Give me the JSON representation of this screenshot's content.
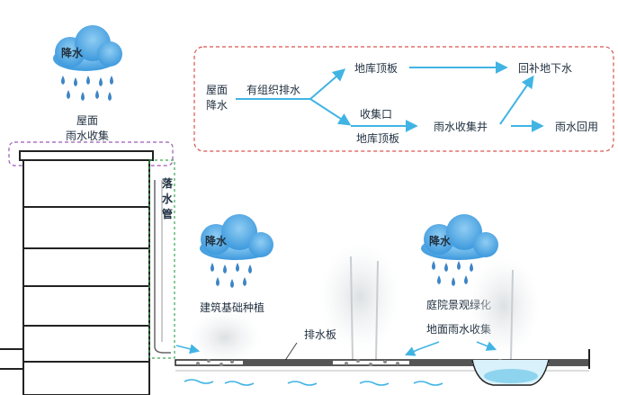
{
  "clouds": {
    "roof": "降水",
    "middle": "降水",
    "right": "降水"
  },
  "labels": {
    "roof_collection": [
      "屋面",
      "雨水收集"
    ],
    "downpipe": [
      "落",
      "水",
      "管"
    ],
    "foundation_planting": "建筑基础种植",
    "drain_board": "排水板",
    "courtyard_greening": "庭院景观绿化",
    "ground_collection": "地面雨水收集"
  },
  "flow": {
    "source": [
      "屋面",
      "降水"
    ],
    "organized_drainage": "有组织排水",
    "garage_roof_top": "地库顶板",
    "collection_port": "收集口",
    "garage_roof_bottom": "地库顶板",
    "rain_well": "雨水收集井",
    "recharge": "回补地下水",
    "reuse": "雨水回用"
  },
  "colors": {
    "cloud": "#5aaee6",
    "cloud_text": "#0e3a6b",
    "rain_drop": "#3d85c6",
    "flow_arrow": "#41b4e4",
    "flow_border": "#d9534f",
    "roof_border": "#9b59b6",
    "downpipe_border": "#3aa655",
    "water": "#8fd4ee"
  }
}
